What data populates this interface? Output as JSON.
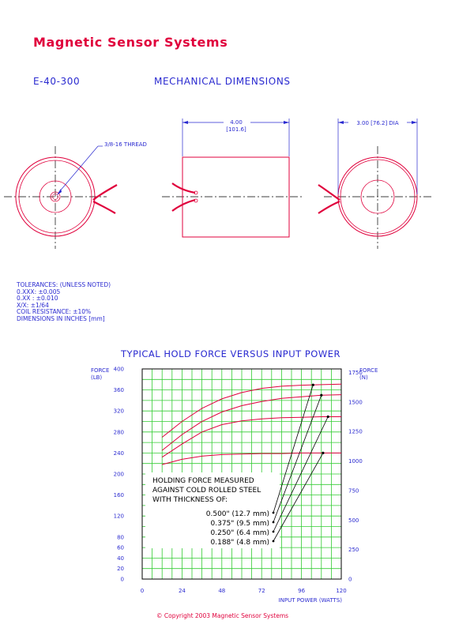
{
  "header": {
    "company": "Magnetic Sensor Systems",
    "part_number": "E-40-300",
    "drawing_title": "MECHANICAL DIMENSIONS"
  },
  "drawing": {
    "thread_callout": "3/8-16 THREAD",
    "length_in": "4.00",
    "length_mm": "[101.6]",
    "diameter_label": "3.00 [76.2] DIA"
  },
  "tolerances": {
    "heading": "TOLERANCES: (UNLESS NOTED)",
    "lines": [
      "0.XXX:  ±0.005",
      "0.XX :  ±0.010",
      "X/X:     ±1/64",
      "COIL RESISTANCE:   ±10%",
      "DIMENSIONS IN INCHES [mm]"
    ]
  },
  "colors": {
    "brand_red": "#e0003c",
    "text_blue": "#2a2ad0",
    "grid_green": "#33cc33",
    "curve_red": "#e0003c",
    "leader_black": "#000000"
  },
  "chart_data": {
    "type": "line",
    "title": "TYPICAL HOLD FORCE VERSUS INPUT POWER",
    "xlabel": "INPUT POWER (WATTS)",
    "ylabel_left": [
      "FORCE",
      "(LB)"
    ],
    "ylabel_right": [
      "FORCE",
      "(N)"
    ],
    "xlim": [
      0,
      120
    ],
    "ylim_left": [
      0,
      400
    ],
    "ylim_right_N": [
      0,
      1780
    ],
    "x_ticks": [
      0,
      24,
      48,
      72,
      96,
      120
    ],
    "y_ticks_left": [
      0,
      20,
      40,
      60,
      80,
      120,
      160,
      200,
      240,
      280,
      320,
      360,
      400
    ],
    "y_ticks_right": [
      0,
      250,
      500,
      750,
      1000,
      1250,
      1500,
      1750
    ],
    "grid": true,
    "legend_text": [
      "HOLDING FORCE MEASURED",
      "AGAINST COLD ROLLED STEEL",
      "WITH THICKNESS OF:"
    ],
    "series": [
      {
        "name": "0.500\" (12.7 mm)",
        "x": [
          12,
          24,
          36,
          48,
          60,
          72,
          84,
          96,
          108,
          120
        ],
        "y": [
          270,
          300,
          325,
          343,
          355,
          363,
          367,
          369,
          370,
          371
        ],
        "label_x": 103
      },
      {
        "name": "0.375\"  (9.5 mm)",
        "x": [
          12,
          24,
          36,
          48,
          60,
          72,
          84,
          96,
          108,
          120
        ],
        "y": [
          245,
          275,
          300,
          318,
          330,
          338,
          344,
          347,
          350,
          351
        ],
        "label_x": 108
      },
      {
        "name": "0.250\"  (6.4 mm)",
        "x": [
          12,
          24,
          36,
          48,
          60,
          72,
          84,
          96,
          108,
          120
        ],
        "y": [
          232,
          257,
          280,
          294,
          301,
          305,
          307,
          308,
          309,
          309
        ],
        "label_x": 112
      },
      {
        "name": "0.188\"  (4.8 mm)",
        "x": [
          12,
          24,
          36,
          48,
          60,
          72,
          84,
          96,
          108,
          120
        ],
        "y": [
          218,
          228,
          234,
          237,
          238,
          239,
          239,
          240,
          240,
          240
        ],
        "label_x": 109
      }
    ]
  },
  "footer": {
    "copyright": "©  Copyright 2003 Magnetic Sensor Systems"
  }
}
